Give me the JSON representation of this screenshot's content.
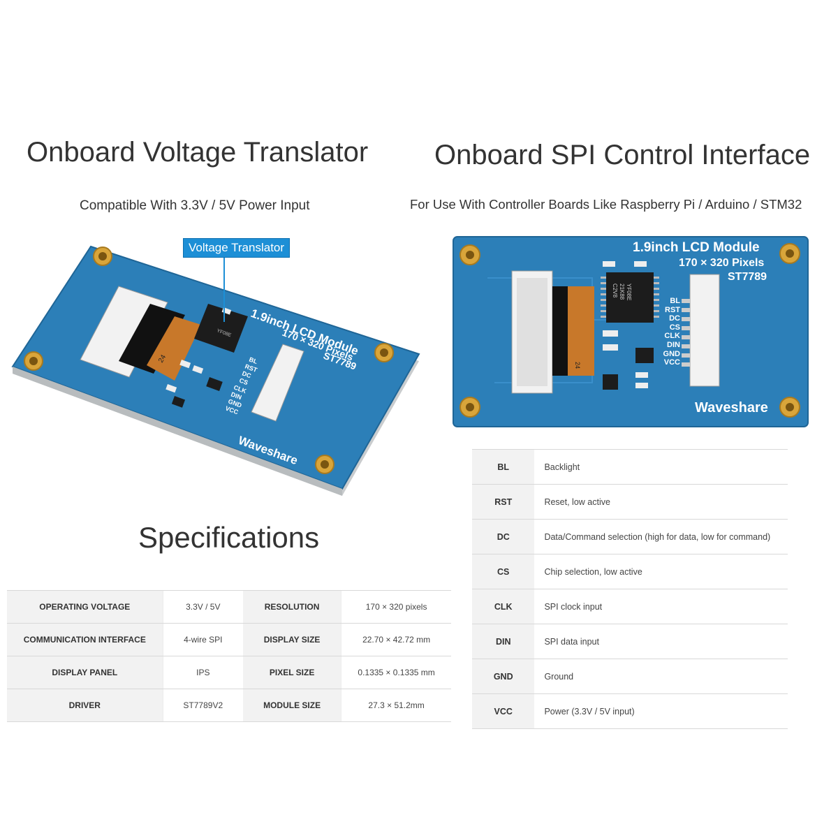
{
  "left": {
    "heading": "Onboard Voltage Translator",
    "subheading": "Compatible With 3.3V / 5V Power Input",
    "callout": "Voltage Translator"
  },
  "right": {
    "heading": "Onboard SPI Control Interface",
    "subheading": "For Use With Controller Boards Like Raspberry Pi / Arduino / STM32"
  },
  "board": {
    "title": "1.9inch LCD Module",
    "resolution": "170 × 320 Pixels",
    "controller": "ST7789",
    "brand": "Waveshare",
    "fpc_number": "24",
    "chip_lines": [
      "YF08E",
      "21K88",
      "C2V8"
    ],
    "pin_labels": [
      "BL",
      "RST",
      "DC",
      "CS",
      "CLK",
      "DIN",
      "GND",
      "VCC"
    ],
    "colors": {
      "pcb": "#2c7fb8",
      "pcb_dark": "#1f6596",
      "gold": "#d9a53a",
      "fpc": "#c8782a"
    }
  },
  "specs": {
    "heading": "Specifications",
    "rows": [
      [
        "OPERATING VOLTAGE",
        "3.3V / 5V",
        "RESOLUTION",
        "170 × 320 pixels"
      ],
      [
        "COMMUNICATION INTERFACE",
        "4-wire SPI",
        "DISPLAY SIZE",
        "22.70 × 42.72 mm"
      ],
      [
        "DISPLAY PANEL",
        "IPS",
        "PIXEL SIZE",
        "0.1335 × 0.1335 mm"
      ],
      [
        "DRIVER",
        "ST7789V2",
        "MODULE SIZE",
        "27.3 × 51.2mm"
      ]
    ]
  },
  "pins": [
    {
      "pin": "BL",
      "desc": "Backlight"
    },
    {
      "pin": "RST",
      "desc": "Reset, low active"
    },
    {
      "pin": "DC",
      "desc": "Data/Command selection (high for data, low for command)"
    },
    {
      "pin": "CS",
      "desc": "Chip selection, low active"
    },
    {
      "pin": "CLK",
      "desc": "SPI clock input"
    },
    {
      "pin": "DIN",
      "desc": "SPI data input"
    },
    {
      "pin": "GND",
      "desc": "Ground"
    },
    {
      "pin": "VCC",
      "desc": "Power (3.3V / 5V input)"
    }
  ]
}
